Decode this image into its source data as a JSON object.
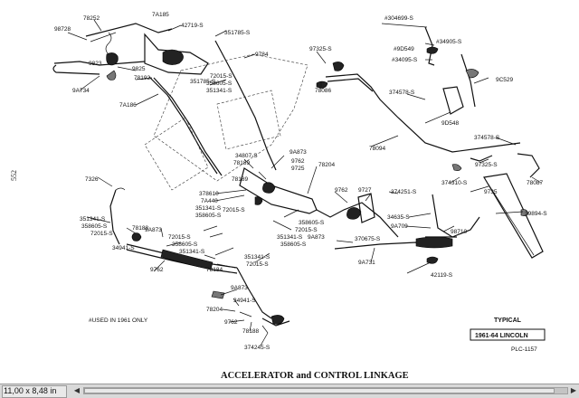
{
  "page_number": "552",
  "caption": "ACCELERATOR and CONTROL LINKAGE",
  "typical_label": "TYPICAL",
  "model_label": "1961-64 LINCOLN",
  "plate_code": "PLC-1157",
  "footnote": "#USED IN 1961 ONLY",
  "status_bar": {
    "page_size": "11,00 x 8,48 in",
    "scroll_left_icon": "triangle-left",
    "scroll_right_icon": "triangle-right"
  },
  "part_labels": [
    "98728",
    "78252",
    "7A185",
    "42719-S",
    "351785-S",
    "9784",
    "9825",
    "78192",
    "9823",
    "9A734",
    "351785-S",
    "72015-S",
    "358605-S",
    "351341-S",
    "7A186",
    "#304699-S",
    "#34905-S",
    "#9D549",
    "#34095-S",
    "97325-S",
    "78086",
    "9C529",
    "374578-S",
    "9D548",
    "78094",
    "374578-S",
    "97325-S",
    "374310-S",
    "78087",
    "9735",
    "7326",
    "34807-S",
    "78189",
    "9A873",
    "9762",
    "9725",
    "78189",
    "378610",
    "7A440",
    "351341-S",
    "358605-S",
    "72015-S",
    "78204",
    "9762",
    "9727",
    "374251-S",
    "34635-S",
    "9A709",
    "98710",
    "39894-S",
    "358605-S",
    "72015-S",
    "358605-S",
    "351341-S",
    "9A873",
    "370675-S",
    "9A731",
    "42119-S",
    "351341-S",
    "358605-S",
    "72015-S",
    "34941-S",
    "78188",
    "9A873",
    "72015-S",
    "358605-S",
    "351341-S",
    "9762",
    "78184",
    "351341-S",
    "72015-S",
    "9A873",
    "34941-S",
    "78204",
    "9762",
    "78188",
    "374245-S"
  ]
}
